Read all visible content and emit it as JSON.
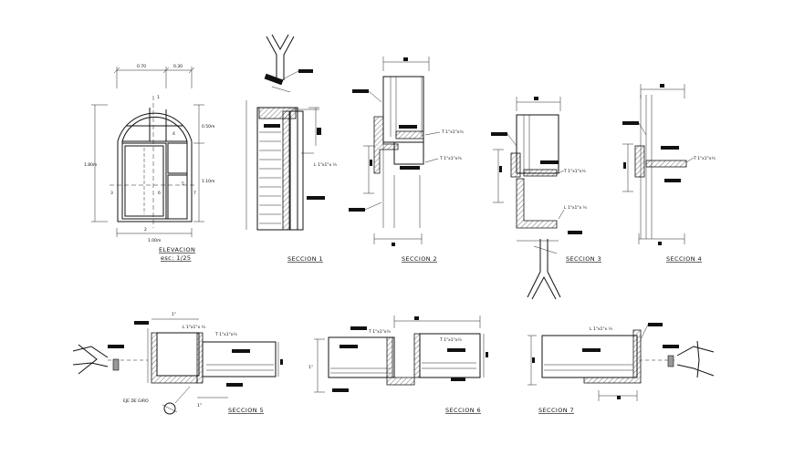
{
  "elevation": {
    "title": "ELEVACION",
    "scale": "esc: 1/25",
    "dim_top_left": "0.70",
    "dim_top_right": "0.30",
    "dim_height": "1.80m",
    "dim_arch": "0.50m",
    "dim_lower": "1.10m",
    "dim_width": "1.00m",
    "marks": [
      "1",
      "2",
      "3",
      "4",
      "5",
      "6",
      "7"
    ]
  },
  "sections": {
    "s1": "SECCION  1",
    "s2": "SECCION  2",
    "s3": "SECCION  3",
    "s4": "SECCION  4",
    "s5": "SECCION  5",
    "s6": "SECCION  6",
    "s7": "SECCION  7"
  },
  "notes": {
    "tee": "T  1\"x1\"x¼",
    "angle": "L 1\"x1\"x ¼",
    "inch": "1\"",
    "pivot": "EJE DE GIRO"
  }
}
